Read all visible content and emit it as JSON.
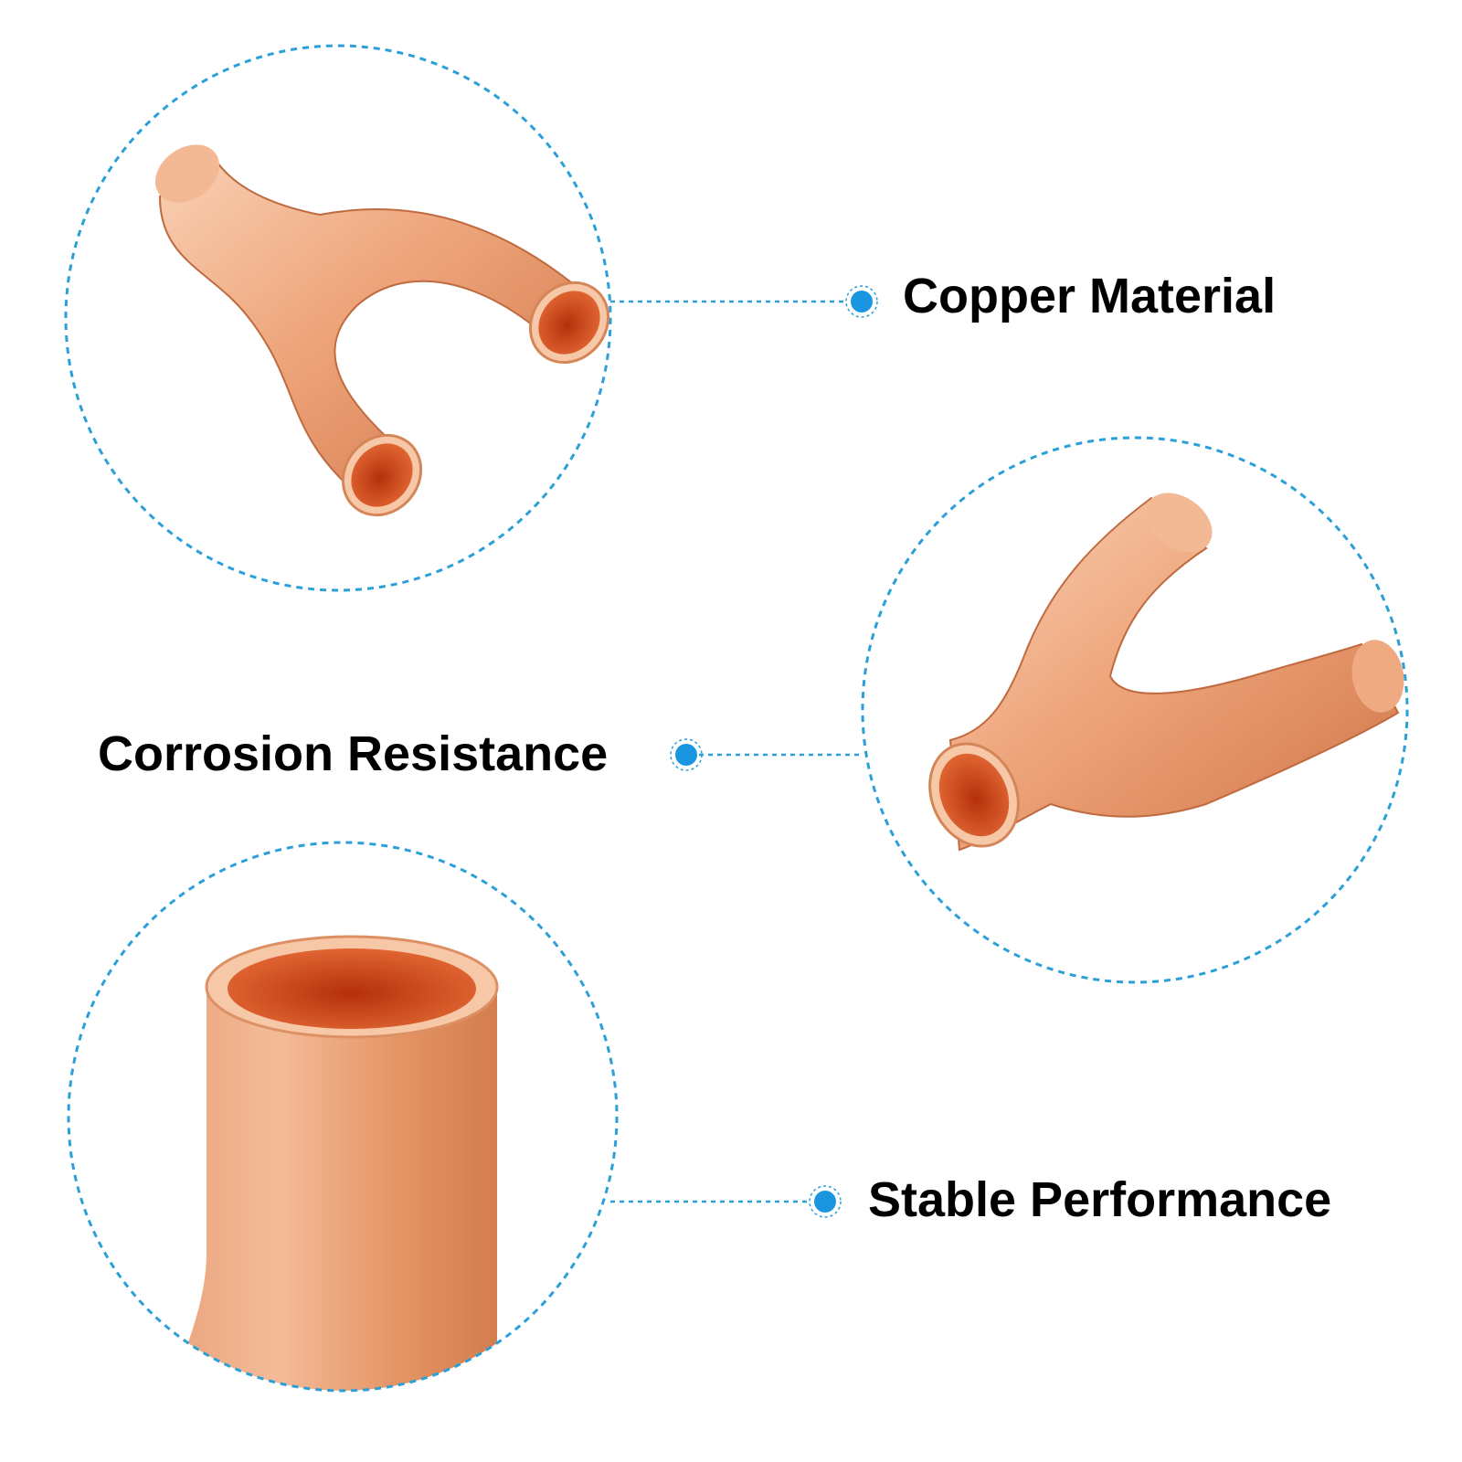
{
  "features": [
    {
      "label": "Copper Material"
    },
    {
      "label": "Corrosion Resistance"
    },
    {
      "label": "Stable Performance"
    }
  ],
  "colors": {
    "accent_blue": "#1a96e0",
    "dash_blue": "#2a9fd8",
    "copper_light": "#f6c3a1",
    "copper_mid": "#e99a6c",
    "copper_dark": "#c9683e",
    "copper_inner": "#c8400f",
    "text": "#000000",
    "background": "#ffffff"
  },
  "icons": [
    "y-pipe-fitting-icon",
    "copper-tube-icon",
    "callout-dot-icon"
  ]
}
